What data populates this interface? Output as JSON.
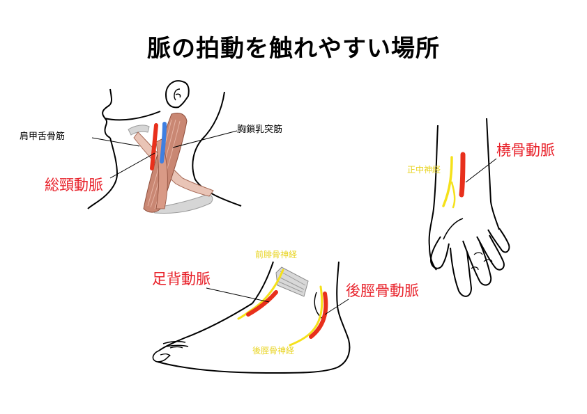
{
  "title": "脈の拍動を触れやすい場所",
  "colors": {
    "artery": "#e8301c",
    "vein": "#3f7fe0",
    "nerve": "#f5e11a",
    "muscle": "#c98773",
    "muscle_light": "#e9c7bb",
    "bone": "#cfcfcf",
    "outline": "#000000",
    "label_red": "#e8212a",
    "label_yellow": "#e8d31c"
  },
  "neck": {
    "omohyoid_label": "肩甲舌骨筋",
    "scm_label": "胸鎖乳突筋",
    "artery_label": "総頸動脈"
  },
  "wrist": {
    "artery_label": "橈骨動脈",
    "nerve_label": "正中神経"
  },
  "foot": {
    "dorsal_artery_label": "足背動脈",
    "deep_peroneal_label": "前腓骨神経",
    "posterior_tibial_artery_label": "後脛骨動脈",
    "tibial_nerve_label": "後脛骨神経"
  }
}
